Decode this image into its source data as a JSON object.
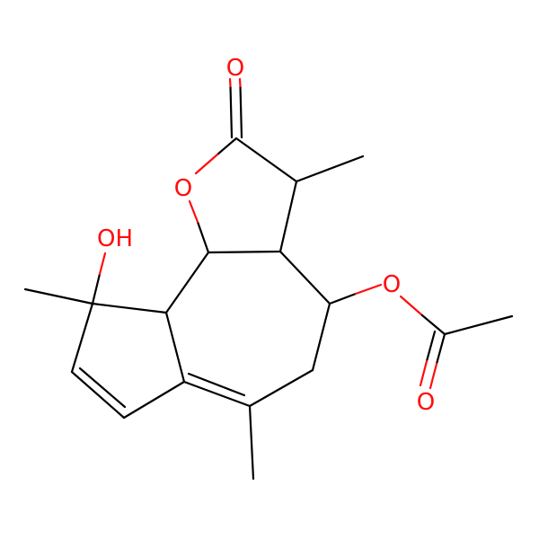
{
  "colors": {
    "carbon_bond": "#000000",
    "oxygen": "#ff0d0d",
    "background": "#ffffff"
  },
  "atoms": [
    {
      "id": "o_carbonyl",
      "label": "O",
      "element": "oxygen"
    },
    {
      "id": "o_ring",
      "label": "O",
      "element": "oxygen"
    },
    {
      "id": "oh",
      "label": "OH",
      "element": "oxygen"
    },
    {
      "id": "o_ester",
      "label": "O",
      "element": "oxygen"
    },
    {
      "id": "o_acetyl",
      "label": "O",
      "element": "oxygen"
    }
  ]
}
